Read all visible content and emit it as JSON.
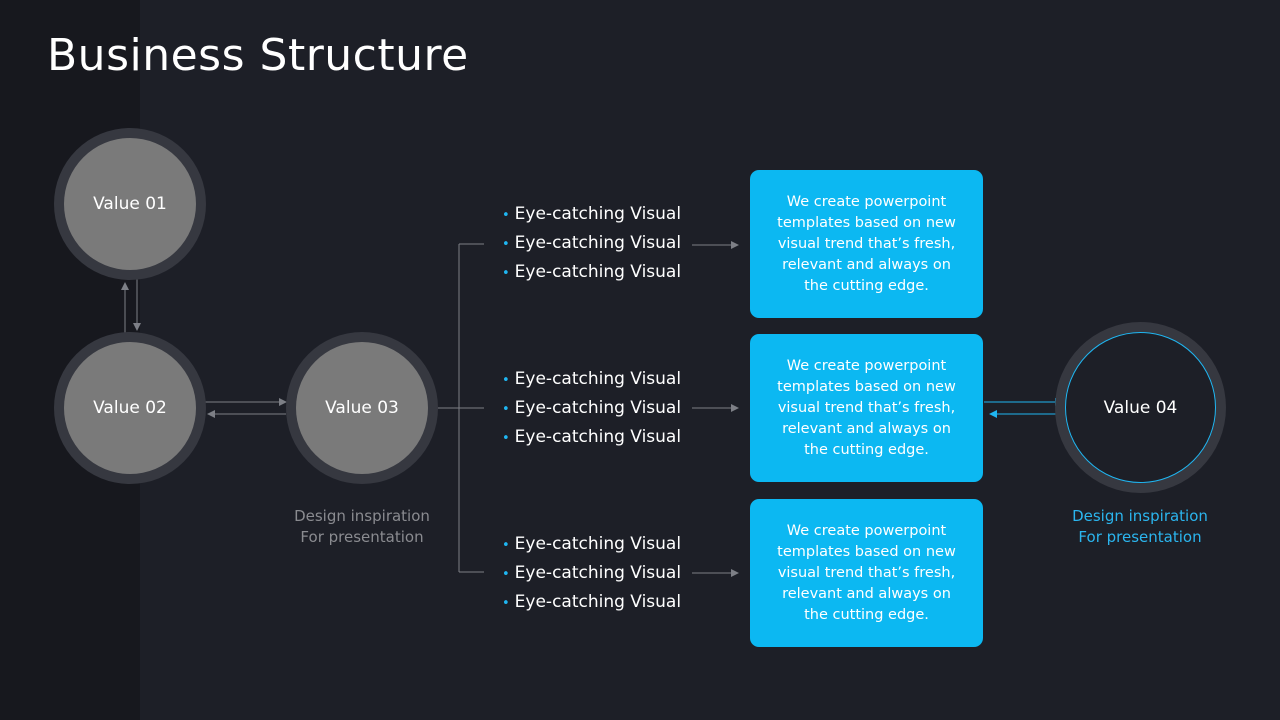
{
  "slide": {
    "title": "Business Structure"
  },
  "nodes": {
    "value01": "Value 01",
    "value02": "Value 02",
    "value03": "Value 03",
    "value04": "Value 04"
  },
  "captions": {
    "value03": {
      "line1": "Design inspiration",
      "line2": "For presentation"
    },
    "value04": {
      "line1": "Design inspiration",
      "line2": "For presentation"
    }
  },
  "branches": [
    {
      "bullets": [
        "Eye-catching Visual",
        "Eye-catching Visual",
        "Eye-catching Visual"
      ],
      "card": "We create powerpoint templates based on new visual trend that’s fresh, relevant and always on the cutting edge."
    },
    {
      "bullets": [
        "Eye-catching Visual",
        "Eye-catching Visual",
        "Eye-catching Visual"
      ],
      "card": "We create powerpoint templates based on new visual trend that’s fresh, relevant and always on the cutting edge."
    },
    {
      "bullets": [
        "Eye-catching Visual",
        "Eye-catching Visual",
        "Eye-catching Visual"
      ],
      "card": "We create powerpoint templates based on new visual trend that’s fresh, relevant and always on the cutting edge."
    }
  ],
  "colors": {
    "background": "#1d1f27",
    "accent": "#0cb8f2",
    "node_fill": "#7a7a7a",
    "node_ring": "#363840",
    "connector": "#7d7f86"
  }
}
